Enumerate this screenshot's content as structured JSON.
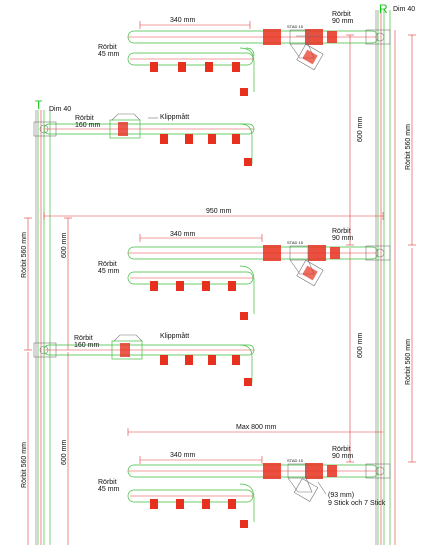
{
  "markers": {
    "return_letter": "R",
    "supply_letter": "T",
    "dim": "Dim 40"
  },
  "pipe_label": {
    "rorbit": "Rörbit",
    "mm45": "45 mm",
    "mm90": "90 mm",
    "mm160": "160 mm"
  },
  "clip_label": "Klippmått",
  "valve_tag": "STAD 15",
  "dims": {
    "d340": "340 mm",
    "d950": "950 mm",
    "d600": "600 mm",
    "d560": "Rörbit 560 mm",
    "max800": "Max 800 mm",
    "d93": "(93 mm)",
    "stick": "9 Stick och 7 Stick"
  },
  "colors": {
    "green": "#3fbf3f",
    "red": "#e23a3a",
    "valve_red": "#e8301f",
    "label_green": "#1ac31a"
  }
}
